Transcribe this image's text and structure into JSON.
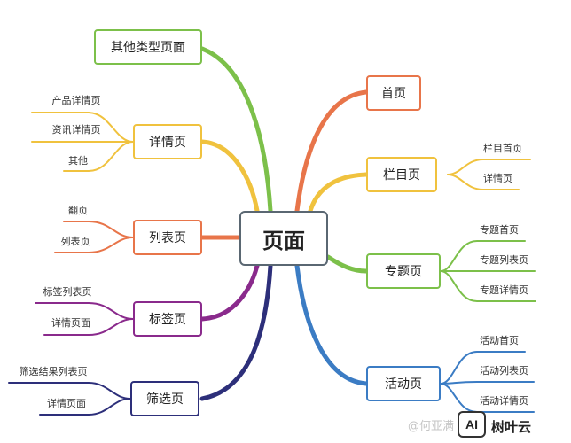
{
  "root": {
    "label": "页面"
  },
  "branches": {
    "other_types": {
      "label": "其他类型页面",
      "color": "#7cc04a"
    },
    "detail": {
      "label": "详情页",
      "color": "#f0c23e",
      "children": [
        "产品详情页",
        "资讯详情页",
        "其他"
      ]
    },
    "list": {
      "label": "列表页",
      "color": "#e8754a",
      "children": [
        "翻页",
        "列表页"
      ]
    },
    "tag": {
      "label": "标签页",
      "color": "#8a2a8c",
      "children": [
        "标签列表页",
        "详情页面"
      ]
    },
    "filter": {
      "label": "筛选页",
      "color": "#2d2f7a",
      "children": [
        "筛选结果列表页",
        "详情页面"
      ]
    },
    "home": {
      "label": "首页",
      "color": "#e8754a"
    },
    "column": {
      "label": "栏目页",
      "color": "#f0c23e",
      "children": [
        "栏目首页",
        "详情页"
      ]
    },
    "topic": {
      "label": "专题页",
      "color": "#7cc04a",
      "children": [
        "专题首页",
        "专题列表页",
        "专题详情页"
      ]
    },
    "activity": {
      "label": "活动页",
      "color": "#3b7cc4",
      "children": [
        "活动首页",
        "活动列表页",
        "活动详情页"
      ]
    }
  },
  "watermark": {
    "text": "@何亚满",
    "logo": "AI",
    "brand": "树叶云"
  }
}
